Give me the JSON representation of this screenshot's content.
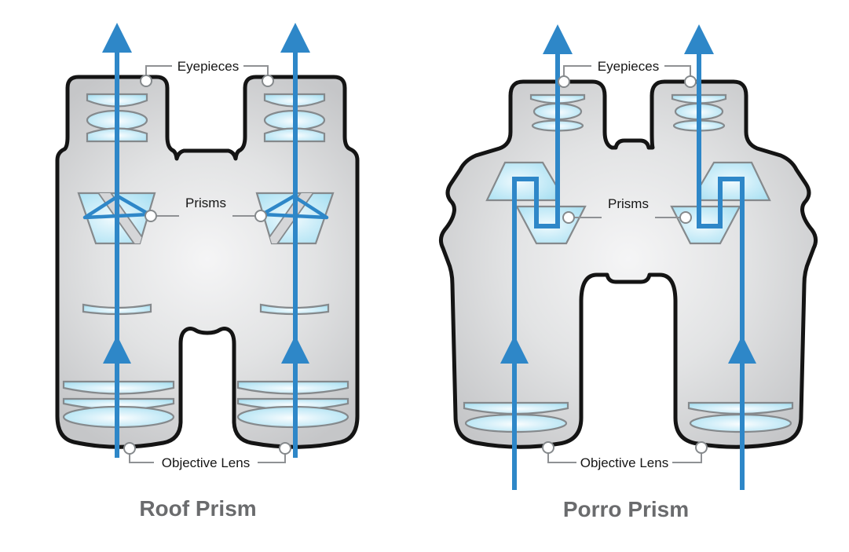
{
  "figure": {
    "left_diagram": {
      "title": "Roof Prism",
      "label_eyepieces": "Eyepieces",
      "label_prisms": "Prisms",
      "label_objective": "Objective Lens"
    },
    "right_diagram": {
      "title": "Porro Prism",
      "label_eyepieces": "Eyepieces",
      "label_prisms": "Prisms",
      "label_objective": "Objective Lens"
    },
    "colors": {
      "light_path_blue": "#2e87c8",
      "body_gray": "#c9cacc",
      "lens_blue": "#bfe7f5",
      "outline_black": "#141414",
      "leader_gray": "#8f9194",
      "title_gray": "#6a6b6d"
    }
  }
}
